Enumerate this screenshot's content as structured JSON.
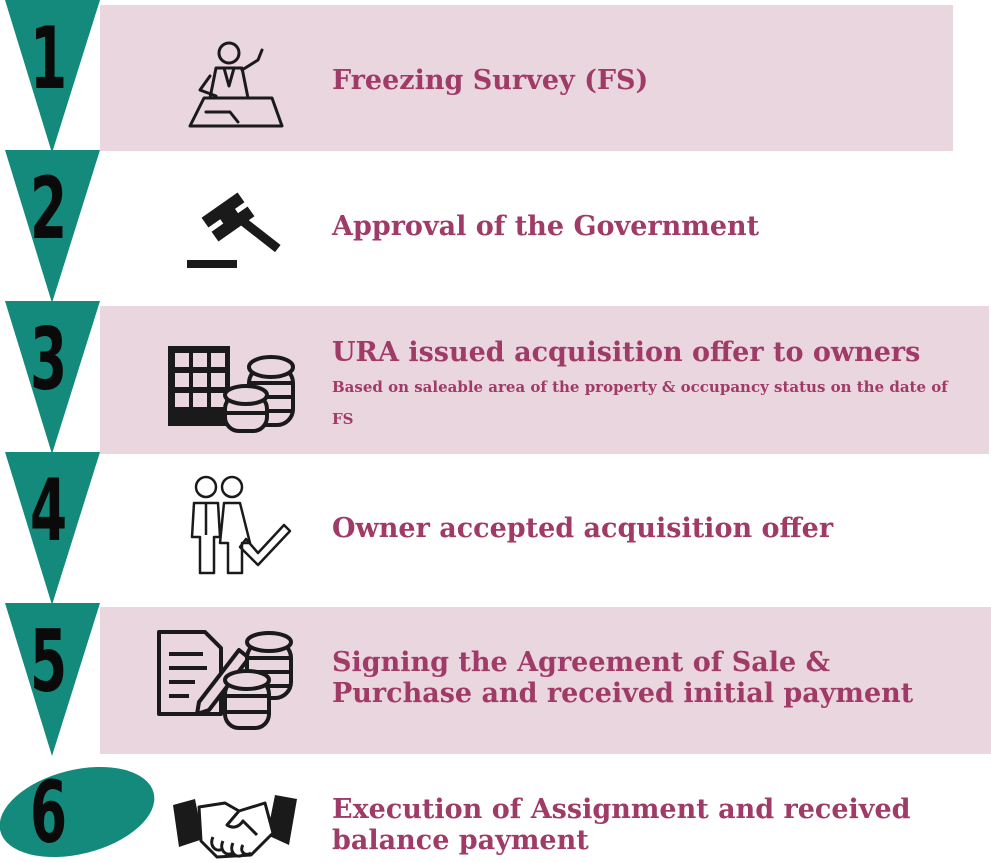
{
  "colors": {
    "teal": "#138a7b",
    "band": "#ead6de",
    "text": "#a03a67",
    "ink": "#1a1a1a"
  },
  "steps": [
    {
      "number": "1",
      "icon": "surveyor-icon",
      "title": "Freezing Survey (FS)"
    },
    {
      "number": "2",
      "icon": "gavel-icon",
      "title": "Approval of the Government"
    },
    {
      "number": "3",
      "icon": "building-coins-icon",
      "title": "URA issued acquisition offer to owners",
      "subtitle": "Based on saleable area of the property & occupancy status on the date of FS"
    },
    {
      "number": "4",
      "icon": "couple-check-icon",
      "title": "Owner accepted acquisition offer"
    },
    {
      "number": "5",
      "icon": "document-coins-icon",
      "title": "Signing the Agreement of Sale & Purchase and received initial payment"
    },
    {
      "number": "6",
      "icon": "handshake-icon",
      "title": "Execution of Assignment and received balance payment"
    }
  ]
}
